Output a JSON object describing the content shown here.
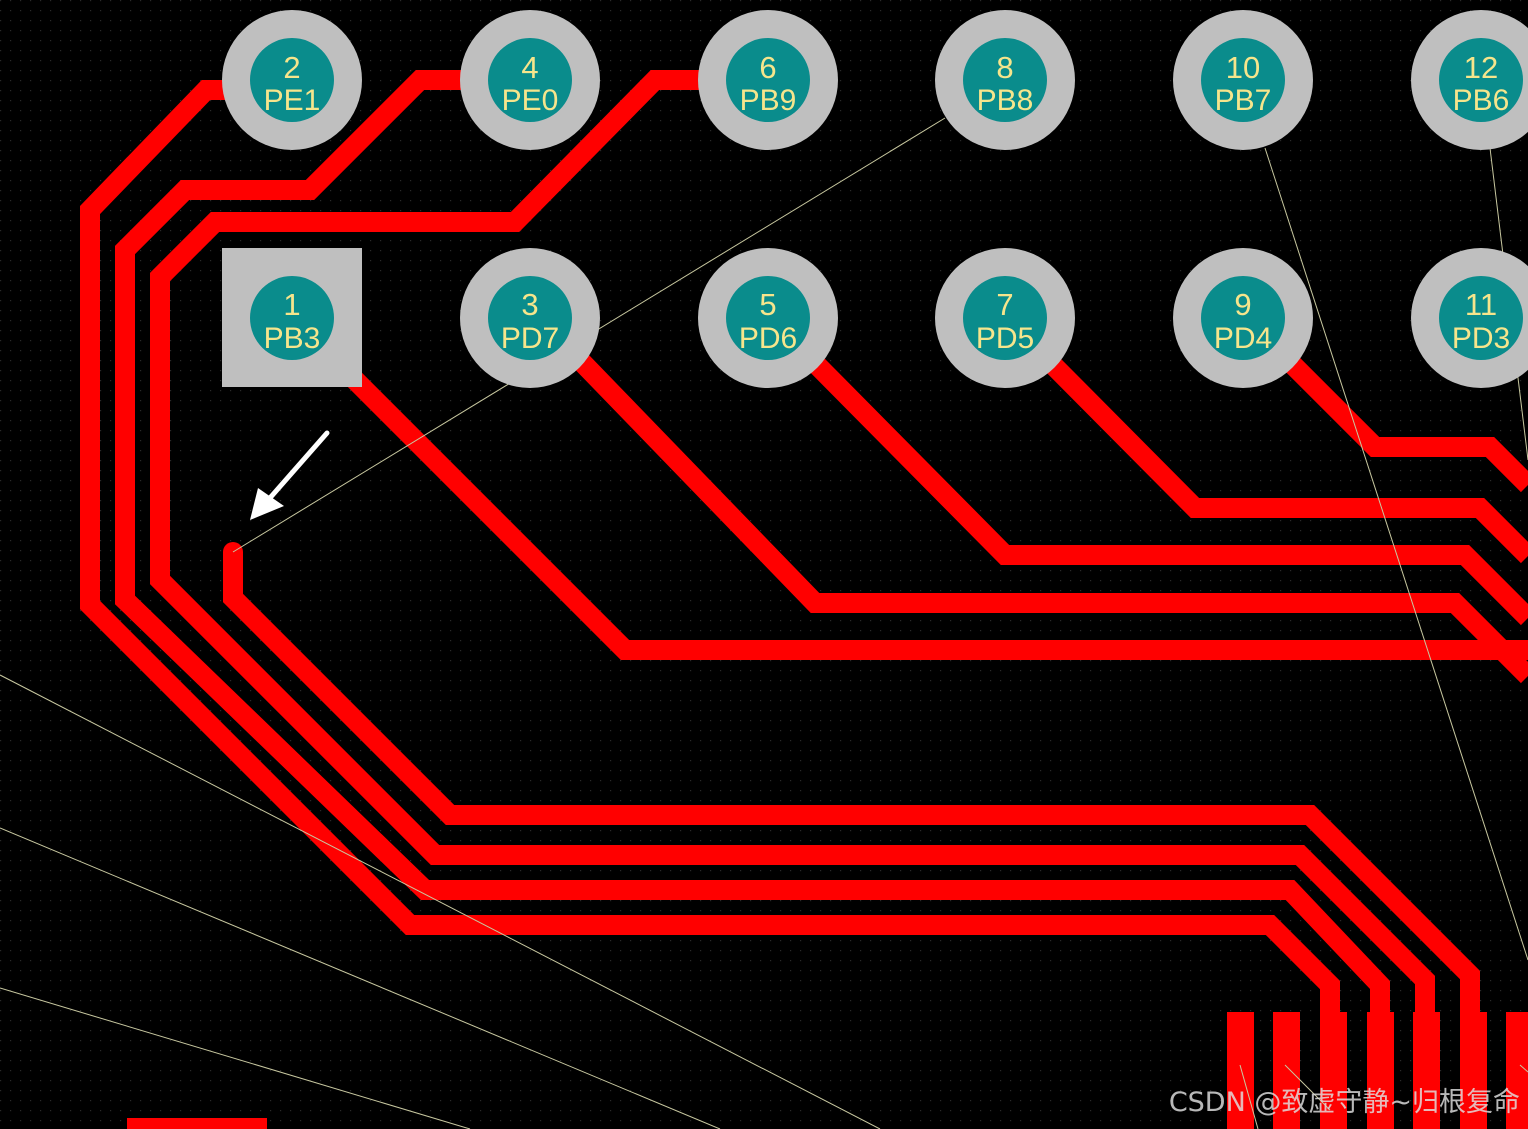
{
  "colors": {
    "background": "#000000",
    "grid_dot": "#2a2a2a",
    "trace": "#ff0000",
    "pad_ring": "#bfbfbf",
    "pad_hole": "#0a8c8c",
    "pad_label": "#f6e58c",
    "ratsnest": "#c8c8a0",
    "arrow": "#ffffff"
  },
  "pads": [
    {
      "number": "2",
      "net": "PE1",
      "shape": "round"
    },
    {
      "number": "4",
      "net": "PE0",
      "shape": "round"
    },
    {
      "number": "6",
      "net": "PB9",
      "shape": "round"
    },
    {
      "number": "8",
      "net": "PB8",
      "shape": "round"
    },
    {
      "number": "10",
      "net": "PB7",
      "shape": "round"
    },
    {
      "number": "12",
      "net": "PB6",
      "shape": "round"
    },
    {
      "number": "1",
      "net": "PB3",
      "shape": "square"
    },
    {
      "number": "3",
      "net": "PD7",
      "shape": "round"
    },
    {
      "number": "5",
      "net": "PD6",
      "shape": "round"
    },
    {
      "number": "7",
      "net": "PD5",
      "shape": "round"
    },
    {
      "number": "9",
      "net": "PD4",
      "shape": "round"
    },
    {
      "number": "11",
      "net": "PD3",
      "shape": "round"
    }
  ],
  "watermark": "CSDN @致虚守静~归根复命"
}
